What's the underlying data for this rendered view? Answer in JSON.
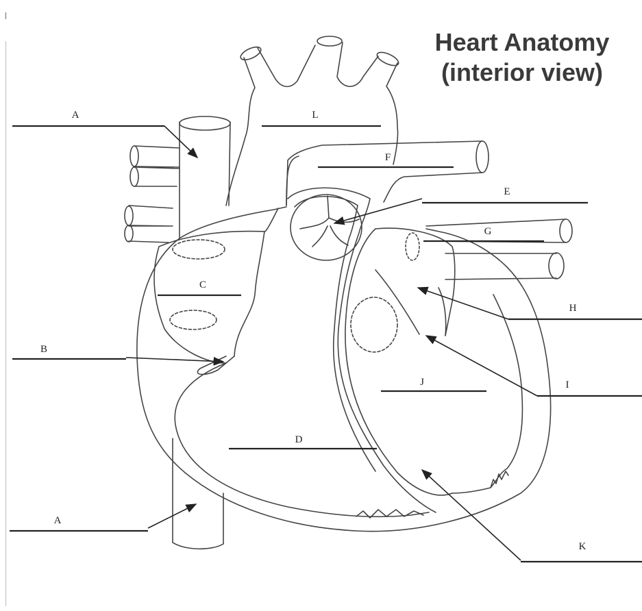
{
  "title": {
    "line1": "Heart Anatomy",
    "line2": "(interior view)"
  },
  "labels": {
    "A_top": "A",
    "A_bottom": "A",
    "B": "B",
    "C": "C",
    "D": "D",
    "E": "E",
    "F": "F",
    "G": "G",
    "H": "H",
    "I": "I",
    "J": "J",
    "K": "K",
    "L": "L"
  },
  "colors": {
    "ink": "#222222",
    "outline": "#444444",
    "background": "#ffffff",
    "title": "#3a3a3a"
  }
}
